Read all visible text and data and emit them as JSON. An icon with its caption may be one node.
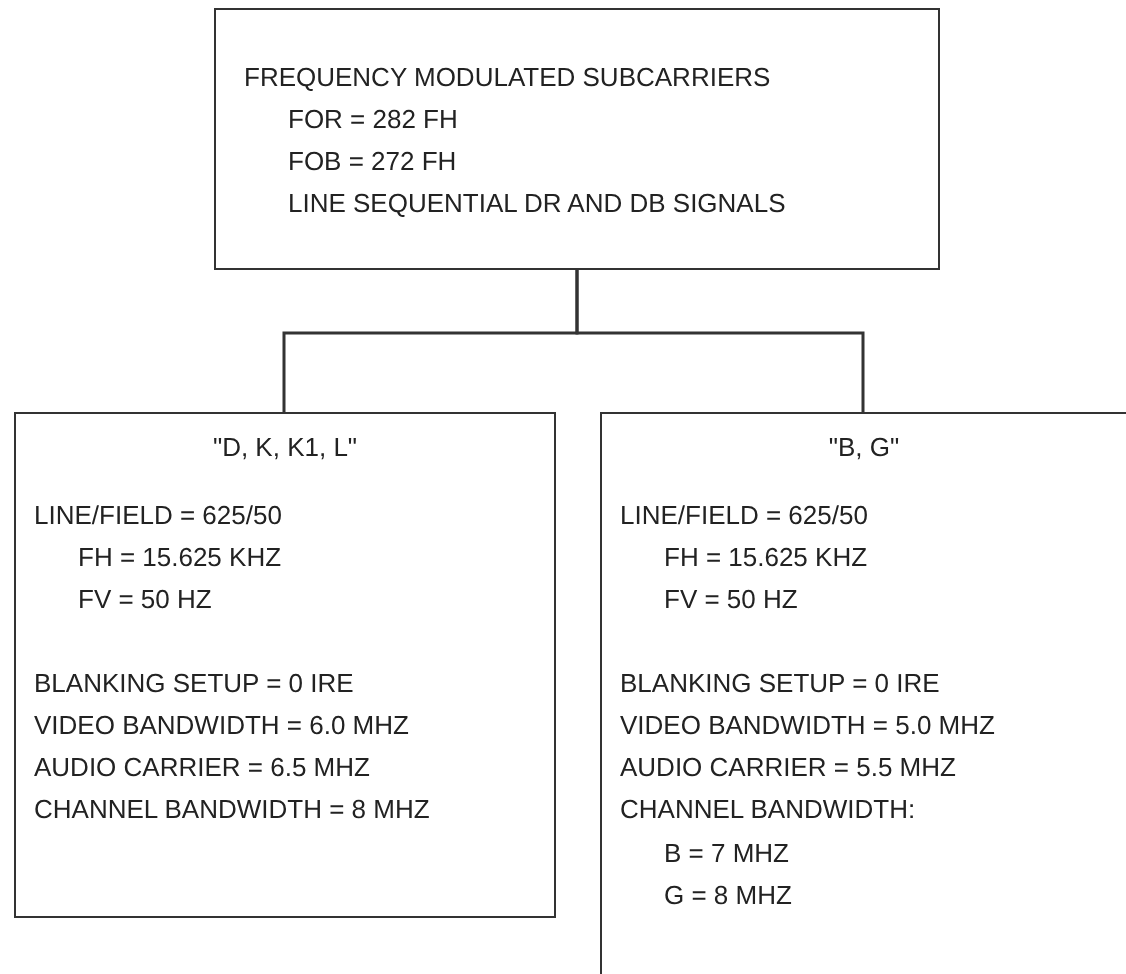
{
  "diagram": {
    "nodes": [
      {
        "text": [
          "FREQUENCY MODULATED SUBCARRIERS",
          "FOR = 282 FH",
          "FOB = 272 FH",
          "LINE SEQUENTIAL DR AND DB SIGNALS"
        ]
      },
      {
        "text": [
          "\"D, K, K1, L\"",
          "LINE/FIELD = 625/50",
          "FH = 15.625 KHZ",
          "FV = 50 HZ",
          "BLANKING SETUP = 0 IRE",
          "VIDEO BANDWIDTH = 6.0 MHZ",
          "AUDIO CARRIER = 6.5 MHZ",
          "CHANNEL BANDWIDTH = 8 MHZ"
        ]
      },
      {
        "text": [
          "\"B, G\"",
          "LINE/FIELD = 625/50",
          "FH = 15.625 KHZ",
          "FV = 50 HZ",
          "BLANKING SETUP = 0 IRE",
          "VIDEO BANDWIDTH = 5.0 MHZ",
          "AUDIO CARRIER = 5.5 MHZ",
          "CHANNEL BANDWIDTH:",
          "B = 7 MHZ",
          "G = 8 MHZ"
        ]
      }
    ],
    "edges": [
      {
        "from": 0,
        "to": 1,
        "arrow": "none"
      },
      {
        "from": 0,
        "to": 2,
        "arrow": "none"
      }
    ]
  }
}
